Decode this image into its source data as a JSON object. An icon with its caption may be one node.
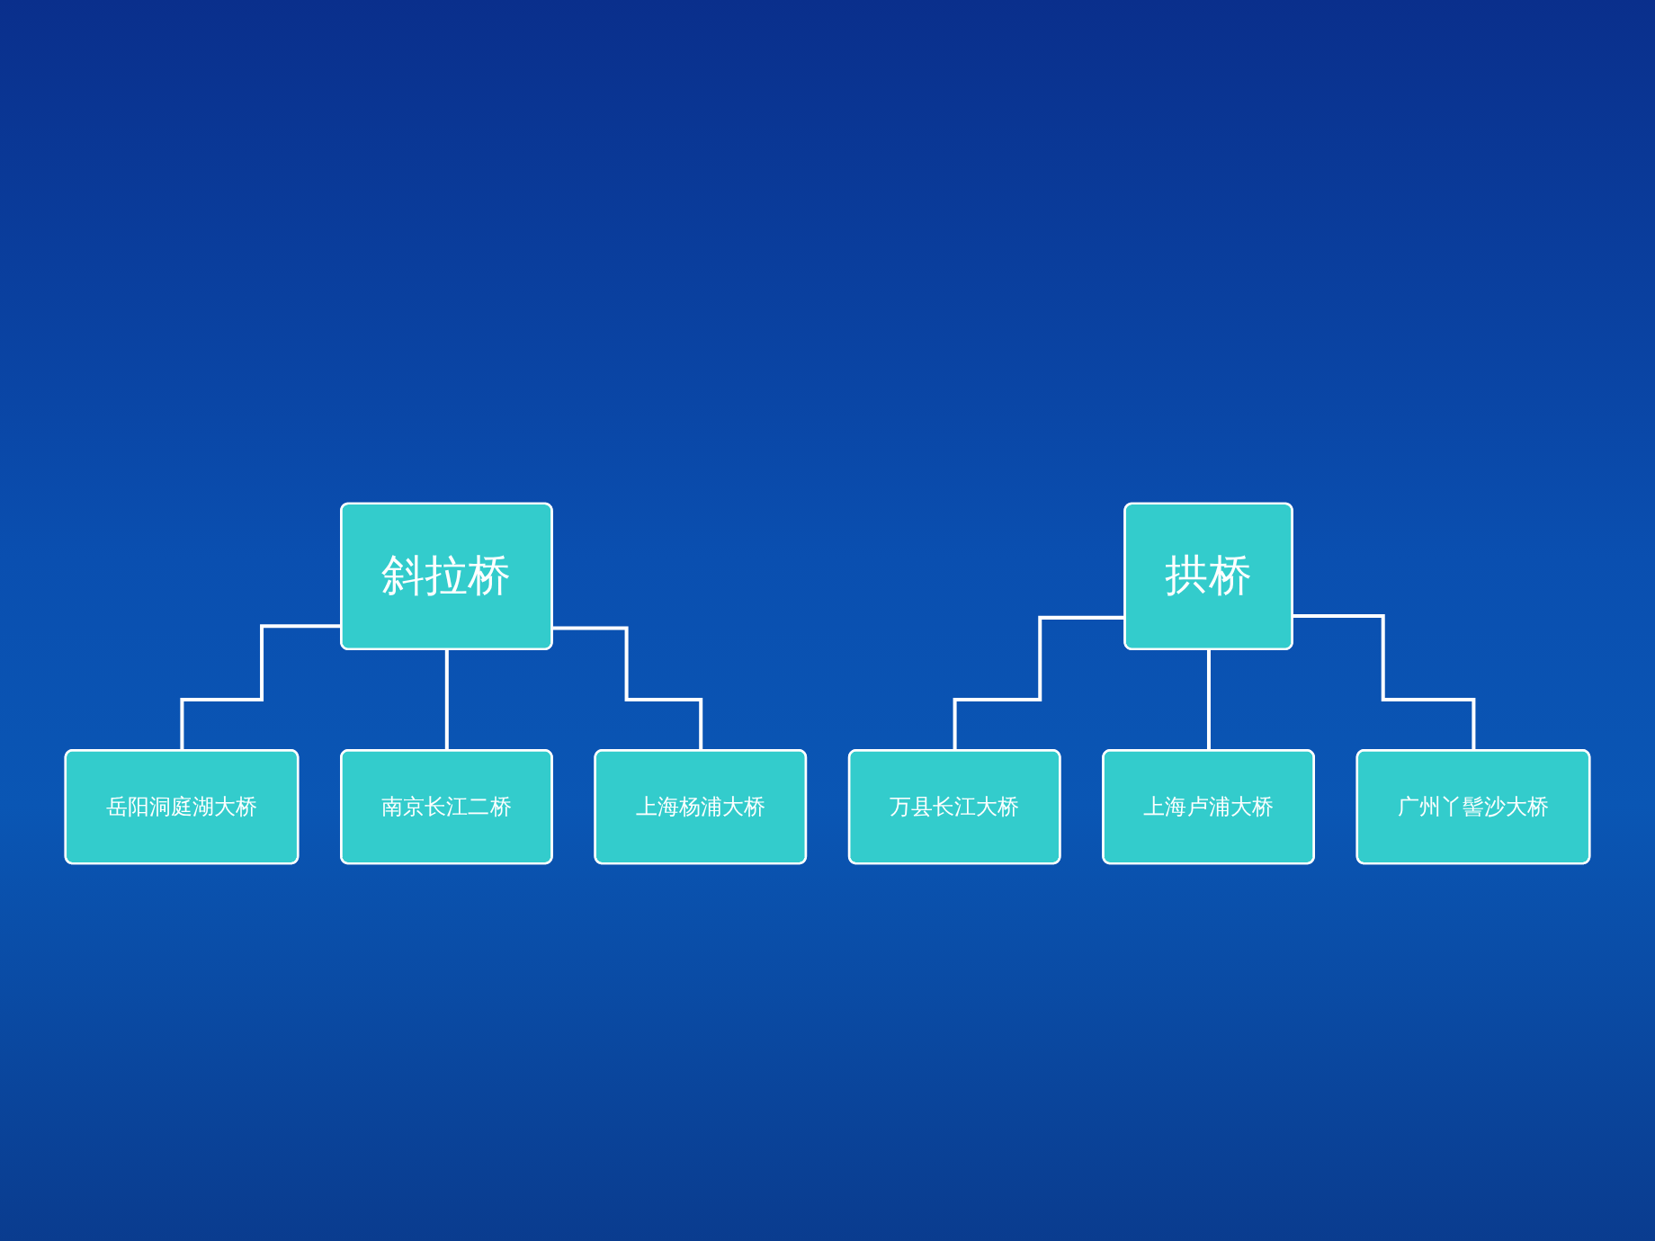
{
  "diagram": {
    "nodes": [
      {
        "text": [
          "斜拉桥"
        ]
      },
      {
        "text": [
          "拱桥"
        ]
      },
      {
        "text": [
          "岳阳洞庭湖大桥"
        ]
      },
      {
        "text": [
          "南京长江二桥"
        ]
      },
      {
        "text": [
          "上海杨浦大桥"
        ]
      },
      {
        "text": [
          "万县长江大桥"
        ]
      },
      {
        "text": [
          "上海卢浦大桥"
        ]
      },
      {
        "text": [
          "广州丫髻沙大桥"
        ]
      }
    ],
    "edges": [
      {
        "from": 0,
        "to": 2,
        "arrow": "none"
      },
      {
        "from": 0,
        "to": 3,
        "arrow": "none"
      },
      {
        "from": 0,
        "to": 4,
        "arrow": "none"
      },
      {
        "from": 1,
        "to": 5,
        "arrow": "none"
      },
      {
        "from": 1,
        "to": 6,
        "arrow": "none"
      },
      {
        "from": 1,
        "to": 7,
        "arrow": "none"
      }
    ]
  }
}
